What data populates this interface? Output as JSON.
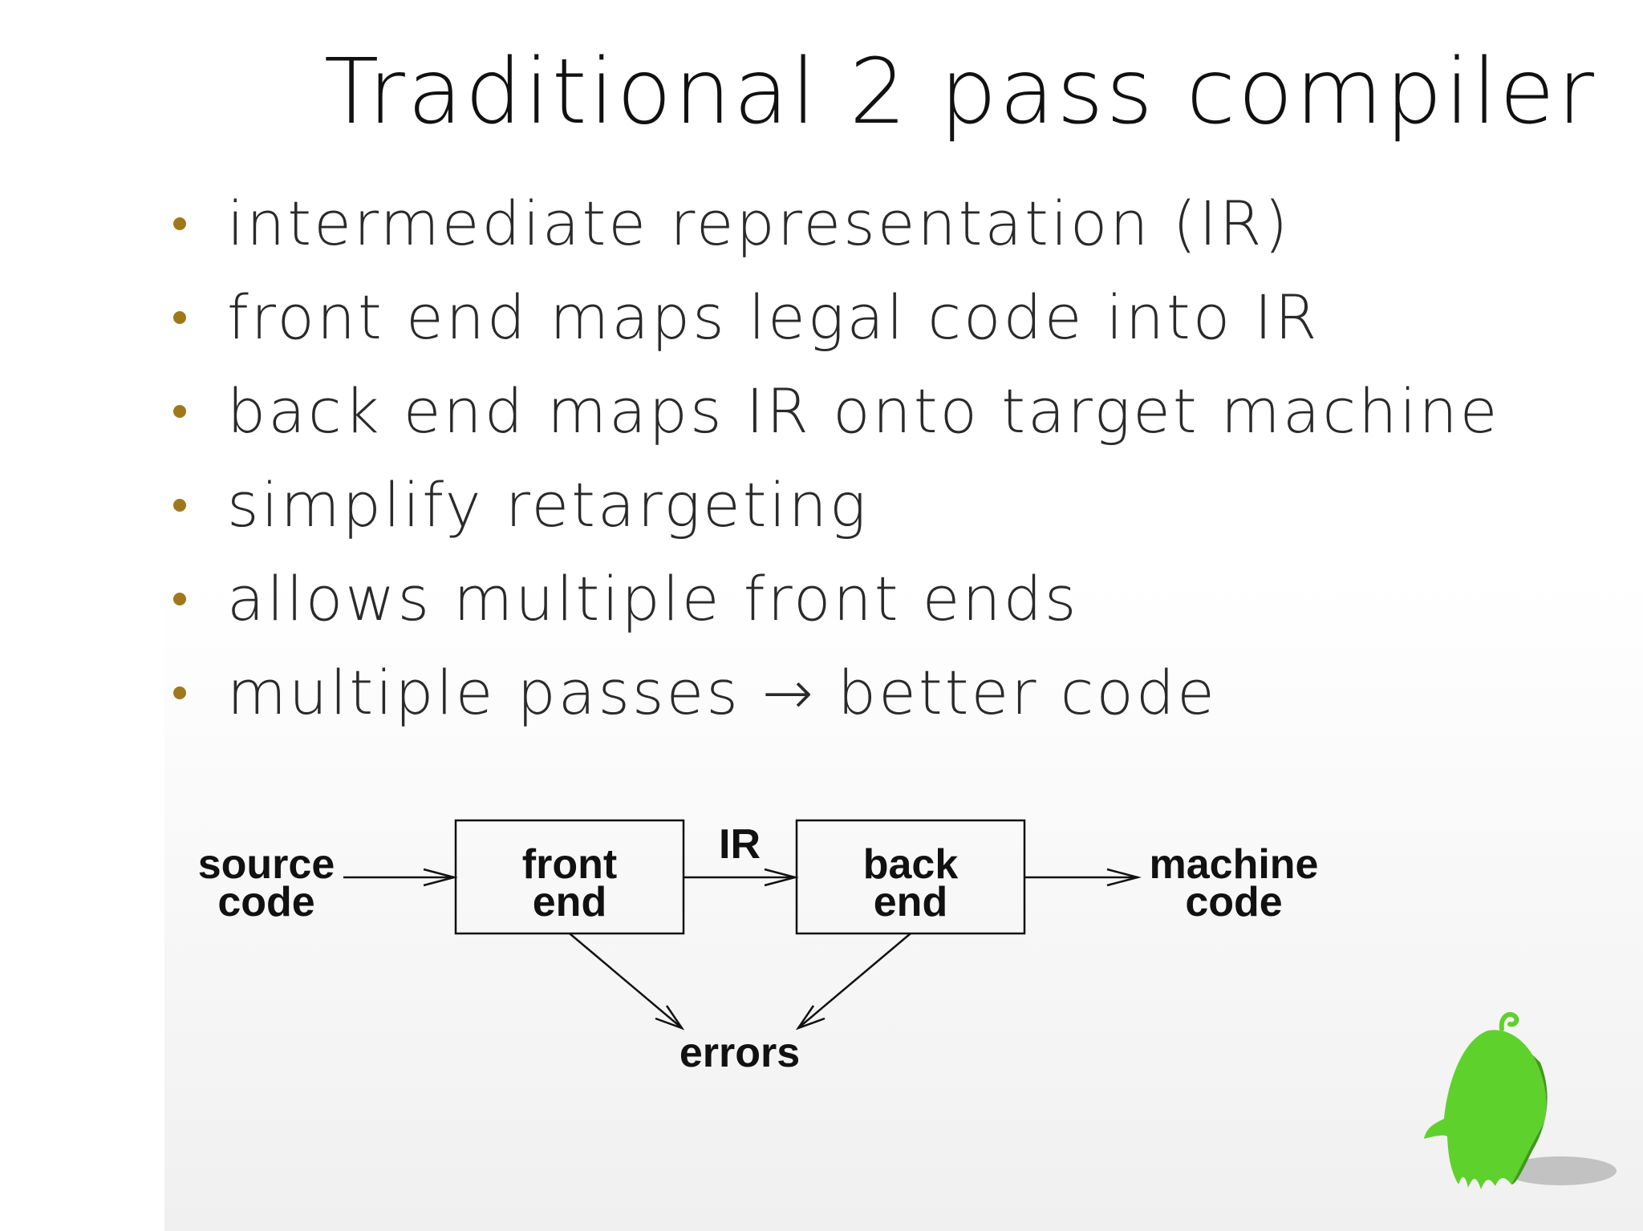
{
  "slide": {
    "title": "Traditional 2 pass compiler",
    "bullets": [
      "intermediate representation (IR)",
      "front end maps legal code into IR",
      "back end maps IR onto target machine",
      "simplify retargeting",
      "allows multiple front ends",
      "multiple passes → better code"
    ],
    "bullet_color": "#a0781c"
  },
  "diagram": {
    "input": [
      "source",
      "code"
    ],
    "front_box": [
      "front",
      "end"
    ],
    "edge_label": "IR",
    "back_box": [
      "back",
      "end"
    ],
    "output": [
      "machine",
      "code"
    ],
    "sink": "errors"
  },
  "mascot": {
    "icon": "green-ghost-mascot-icon",
    "color": "#5fd12c"
  }
}
